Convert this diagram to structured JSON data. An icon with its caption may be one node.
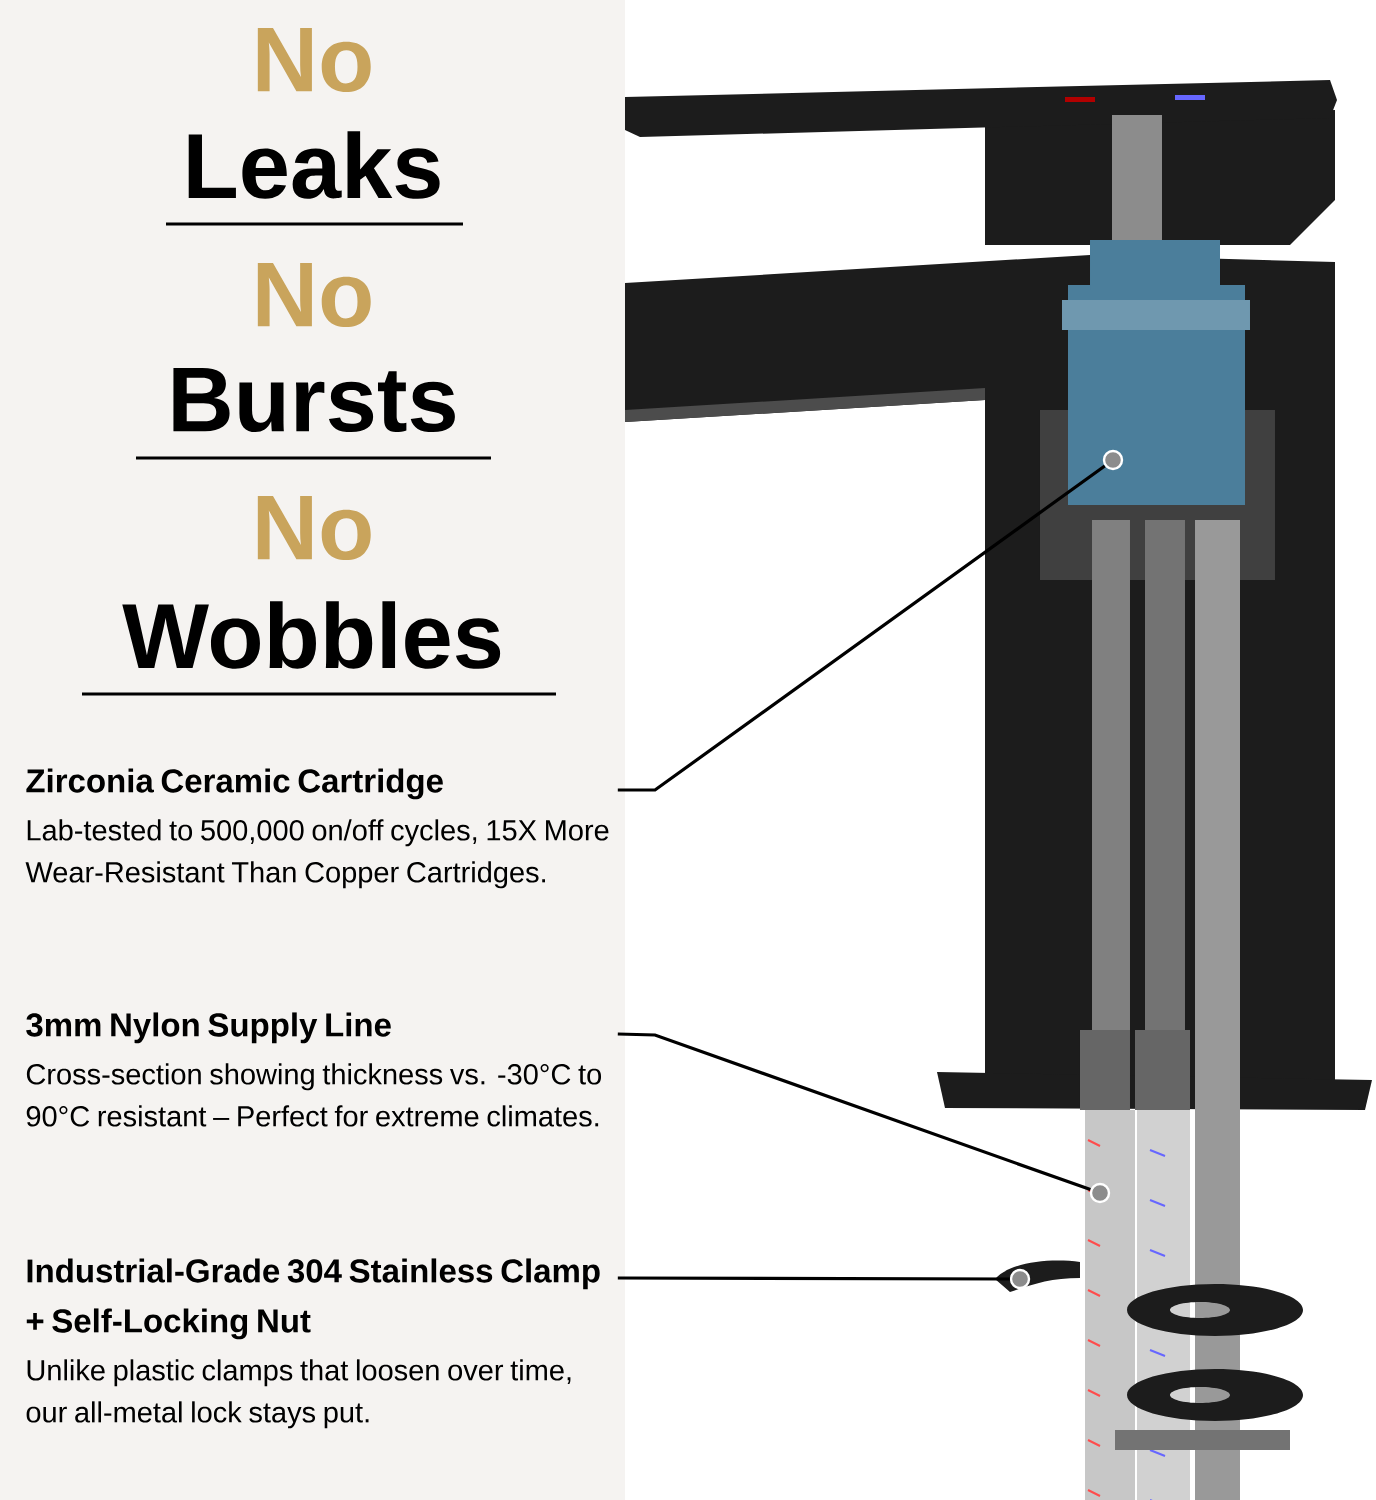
{
  "diagram": {
    "nodes": [
      {
        "text": [
          "Zirconia Ceramic Cartridge",
          "Lab-tested to 500,000 on/off cycles, 15X More Wear-Resistant Than Copper Cartridges."
        ]
      },
      {
        "text": [],
        "shape": "circle"
      },
      {
        "text": [
          "3mm Nylon Supply Line",
          "Cross-section showing thickness vs. -30°C to 90°C resistant – Perfect for extreme climates."
        ]
      },
      {
        "text": [],
        "shape": "circle"
      },
      {
        "text": [
          "Industrial-Grade 304 Stainless Clamp + Self-Locking Nut",
          "Unlike plastic clamps that loosen over time, our all-metal lock stays put."
        ]
      },
      {
        "text": [],
        "shape": "circle"
      }
    ],
    "edges": [
      {
        "from": 0,
        "to": 1,
        "arrow": "none"
      },
      {
        "from": 2,
        "to": 3,
        "arrow": "none"
      },
      {
        "from": 4,
        "to": 5,
        "arrow": "none"
      }
    ],
    "labels": [
      "No",
      "Leaks",
      "No",
      "Bursts",
      "No",
      "Wobbles"
    ]
  }
}
